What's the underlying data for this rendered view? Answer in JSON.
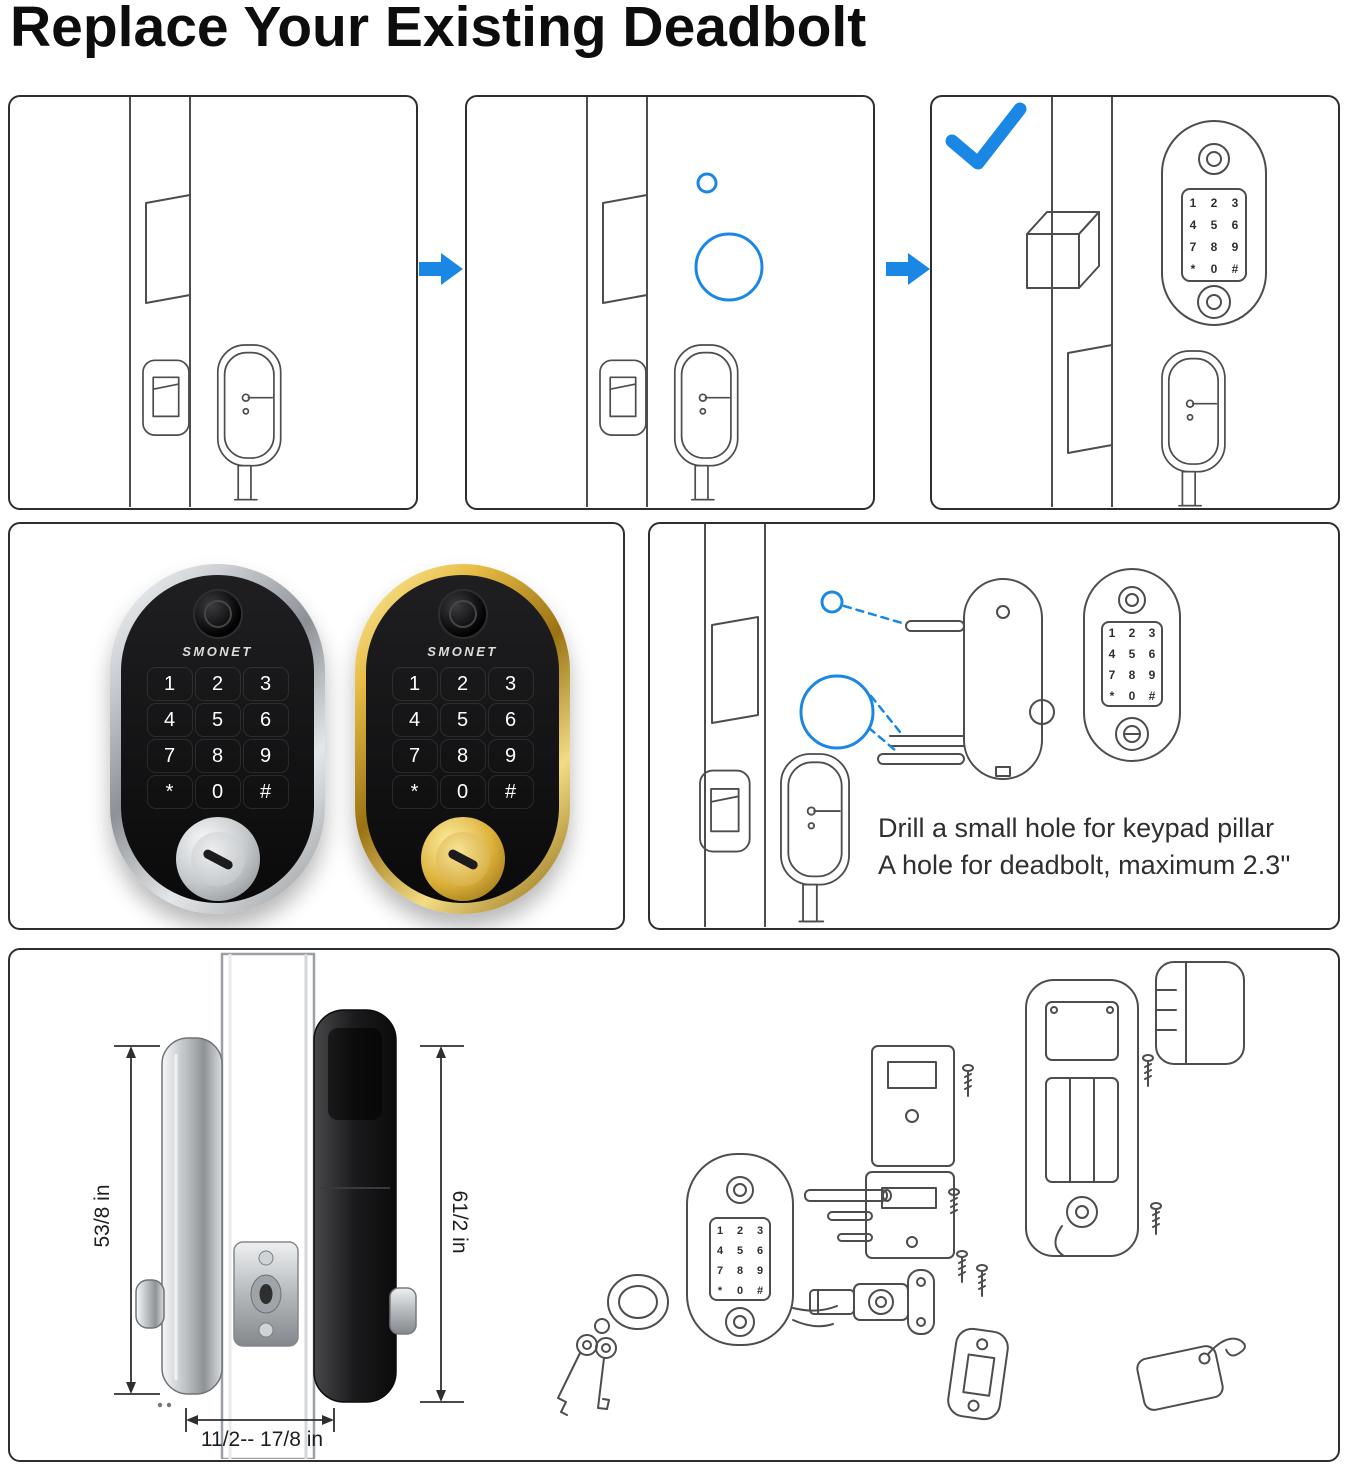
{
  "title": "Replace Your Existing Deadbolt",
  "colors": {
    "accent_blue": "#1b87e5",
    "panel_border": "#2e2e2e",
    "silver": "#c9cdd1",
    "gold": "#e7bd45",
    "lock_face_black": "#141414"
  },
  "icons": {
    "arrow_right": "→",
    "checkmark": "✓"
  },
  "lock": {
    "brand": "SMONET",
    "keys": [
      "1",
      "2",
      "3",
      "4",
      "5",
      "6",
      "7",
      "8",
      "9",
      "*",
      "0",
      "#"
    ]
  },
  "drill_note": {
    "line1": "Drill a small hole for keypad pillar",
    "line2": "A hole for deadbolt, maximum 2.3''"
  },
  "dimensions": {
    "exterior_height": "53/8 in",
    "interior_height": "61/2 in",
    "door_thickness": "11/2-- 17/8 in"
  }
}
